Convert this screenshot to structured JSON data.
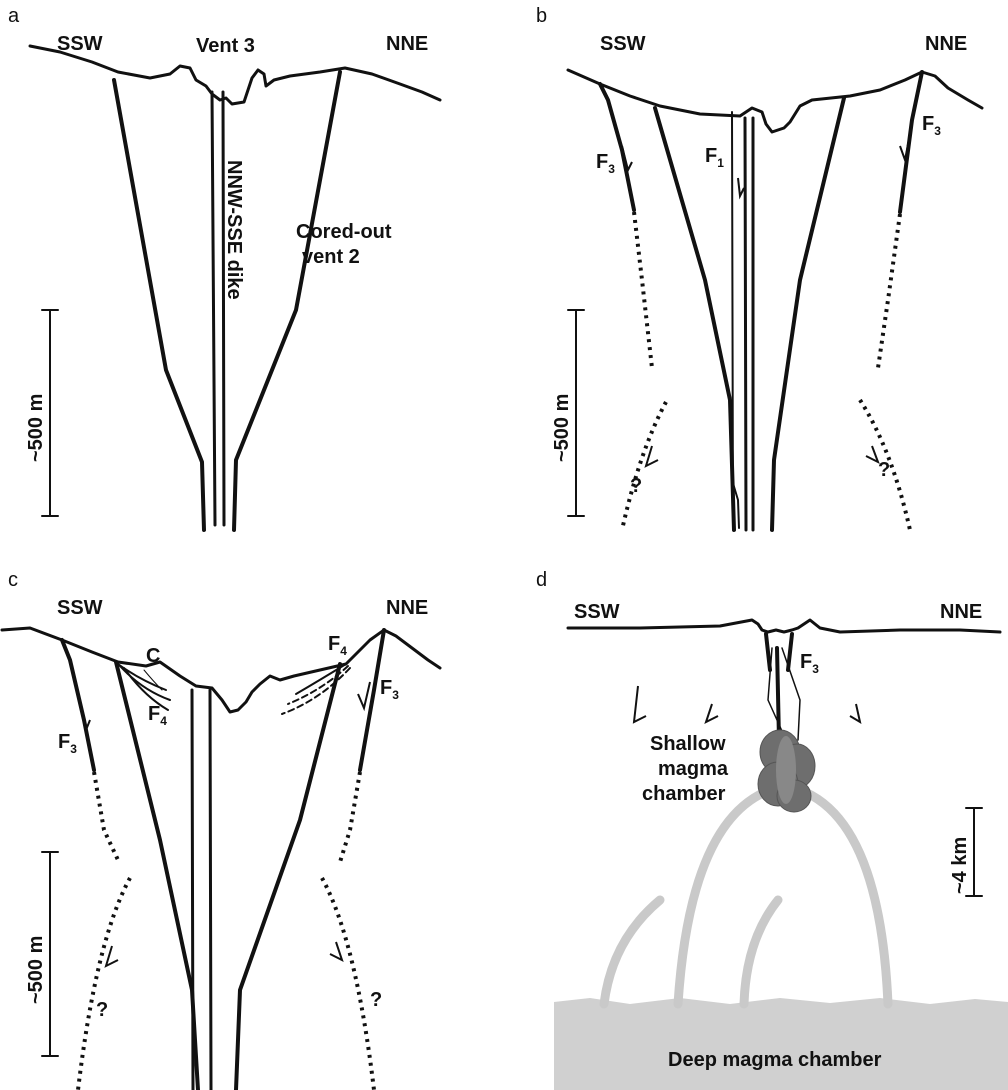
{
  "panel_a": {
    "letter": "a",
    "left_direction": "SSW",
    "right_direction": "NNE",
    "vent_label": "Vent 3",
    "dike_label": "NNW-SSE dike",
    "cored_label_1": "Cored-out",
    "cored_label_2": "vent 2",
    "scale_label": "~500 m"
  },
  "panel_b": {
    "letter": "b",
    "left_direction": "SSW",
    "right_direction": "NNE",
    "fault_f3_left": "F",
    "fault_f3_left_sub": "3",
    "fault_f1": "F",
    "fault_f1_sub": "1",
    "fault_f3_right": "F",
    "fault_f3_right_sub": "3",
    "question_left": "?",
    "question_right": "?",
    "scale_label": "~500 m"
  },
  "panel_c": {
    "letter": "c",
    "left_direction": "SSW",
    "right_direction": "NNE",
    "c_label": "C",
    "fault_f4_left": "F",
    "fault_f4_left_sub": "4",
    "fault_f4_right": "F",
    "fault_f4_right_sub": "4",
    "fault_f3_left": "F",
    "fault_f3_left_sub": "3",
    "fault_f3_right": "F",
    "fault_f3_right_sub": "3",
    "question_left": "?",
    "question_right": "?",
    "scale_label": "~500 m"
  },
  "panel_d": {
    "letter": "d",
    "left_direction": "SSW",
    "right_direction": "NNE",
    "fault_f3": "F",
    "fault_f3_sub": "3",
    "shallow_1": "Shallow",
    "shallow_2": "magma",
    "shallow_3": "chamber",
    "deep_label": "Deep magma chamber",
    "scale_label": "~4 km"
  },
  "colors": {
    "ink": "#111111",
    "ring_fault_grey": "#c9c9c9",
    "deep_chamber_grey": "#d0d0d0",
    "shallow_chamber": "#6e6e6e"
  }
}
